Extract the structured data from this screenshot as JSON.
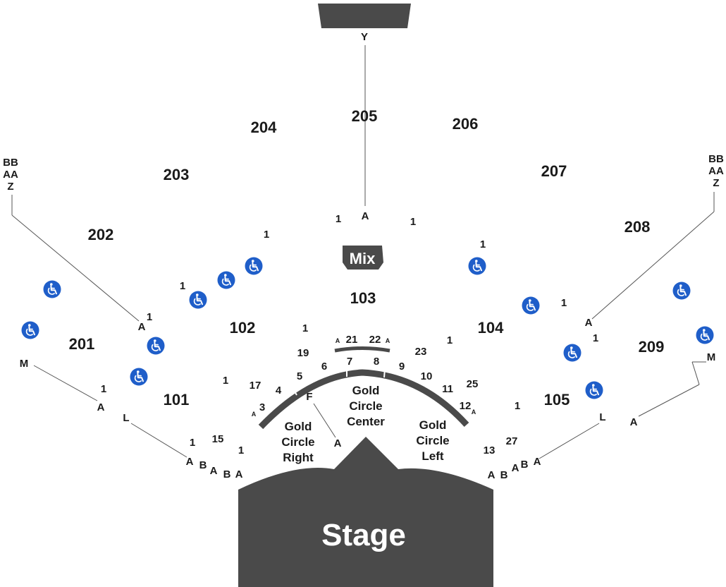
{
  "colors": {
    "stage": "#4a4a4a",
    "accessible": "#1f5ec9",
    "text": "#1a1a1a"
  },
  "stage_label": "Stage",
  "mix_label": "Mix",
  "control_booth_row": "Y",
  "sections": {
    "s101": "101",
    "s102": "102",
    "s103": "103",
    "s104": "104",
    "s105": "105",
    "s201": "201",
    "s202": "202",
    "s203": "203",
    "s204": "204",
    "s205": "205",
    "s206": "206",
    "s207": "207",
    "s208": "208",
    "s209": "209"
  },
  "gold_circle": {
    "right": [
      "Gold",
      "Circle",
      "Right"
    ],
    "center": [
      "Gold",
      "Circle",
      "Center"
    ],
    "left": [
      "Gold",
      "Circle",
      "Left"
    ]
  },
  "rows": {
    "top_left": [
      "BB",
      "AA",
      "Z"
    ],
    "top_right": [
      "BB",
      "AA",
      "Z"
    ],
    "A": "A",
    "B": "B",
    "F": "F",
    "L": "L",
    "M": "M"
  },
  "seat_numbers": {
    "n1": "1",
    "n3": "3",
    "n4": "4",
    "n5": "5",
    "n6": "6",
    "n7": "7",
    "n8": "8",
    "n9": "9",
    "n10": "10",
    "n11": "11",
    "n12": "12",
    "n13": "13",
    "n15": "15",
    "n17": "17",
    "n19": "19",
    "n21": "21",
    "n22": "22",
    "n23": "23",
    "n25": "25",
    "n27": "27"
  },
  "icons": {
    "accessible": "wheelchair-icon"
  }
}
